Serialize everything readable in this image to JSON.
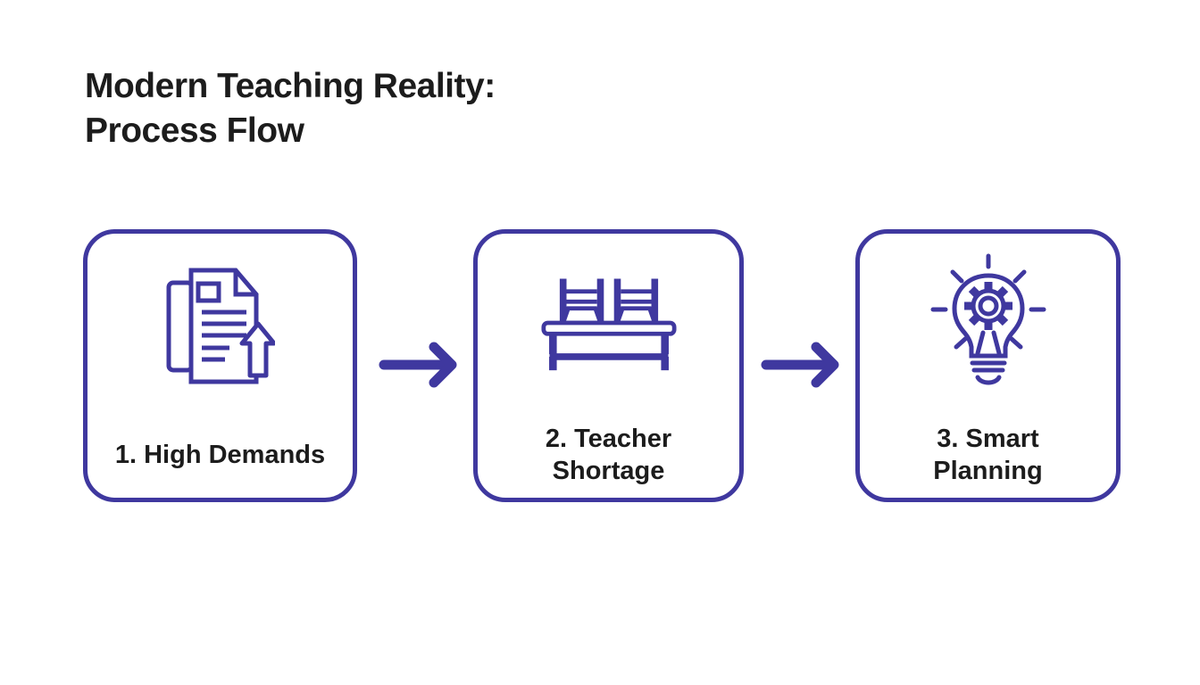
{
  "title": {
    "line1": "Modern Teaching Reality:",
    "line2": "Process Flow"
  },
  "colors": {
    "accent": "#3f389f",
    "text": "#1c1c1c",
    "background": "#ffffff"
  },
  "steps": [
    {
      "icon": "document-upload-icon",
      "lines": [
        "1. High Demands",
        ""
      ]
    },
    {
      "icon": "classroom-desk-icon",
      "lines": [
        "2. Teacher",
        "Shortage"
      ]
    },
    {
      "icon": "lightbulb-gear-icon",
      "lines": [
        "3. Smart",
        "Planning"
      ]
    }
  ],
  "connectors": [
    {
      "icon": "arrow-right-icon"
    },
    {
      "icon": "arrow-right-icon"
    }
  ]
}
